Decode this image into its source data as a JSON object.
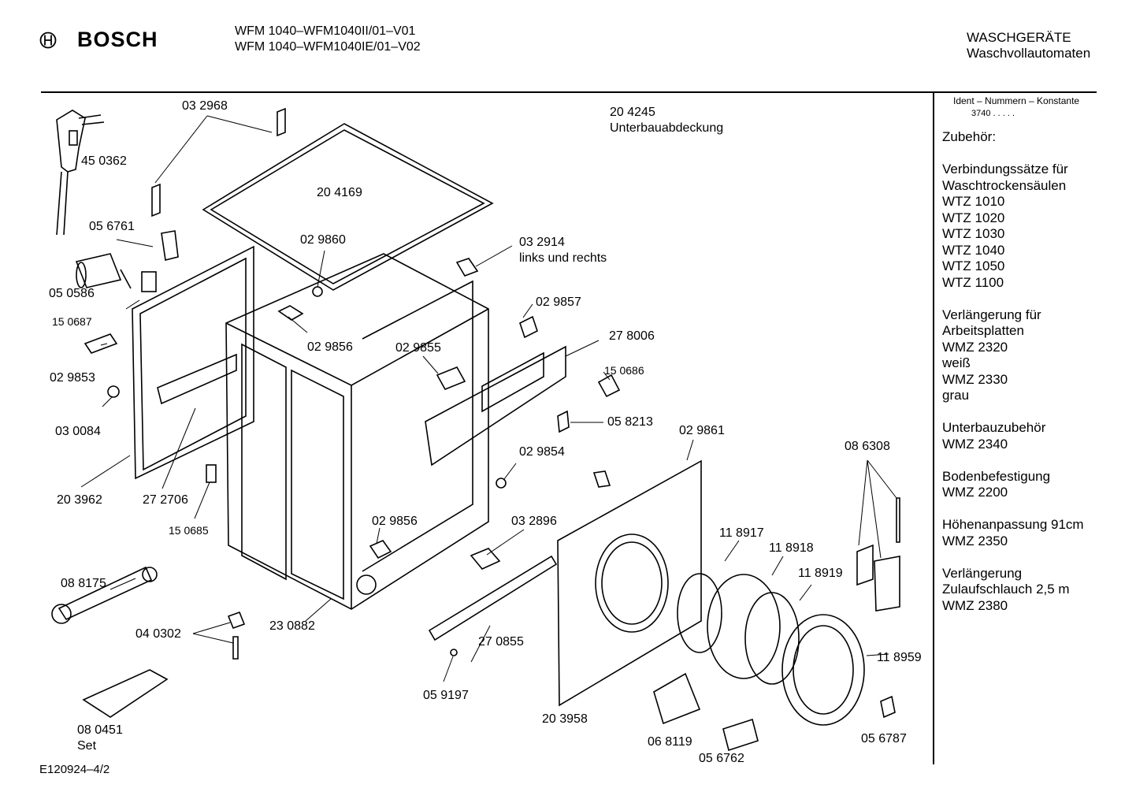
{
  "brand": "BOSCH",
  "models": [
    "WFM 1040–WFM1040II/01–V01",
    "WFM 1040–WFM1040IE/01–V02"
  ],
  "category": {
    "line1": "WASCHGERÄTE",
    "line2": "Waschvollautomaten"
  },
  "ident": {
    "label": "Ident – Nummern – Konstante",
    "value": "3740 .  .  .  .  ."
  },
  "accessories": {
    "heading": "Zubehör:",
    "groups": [
      [
        "Verbindungssätze für",
        "Waschtrockensäulen",
        "WTZ 1010",
        "WTZ 1020",
        "WTZ 1030",
        "WTZ 1040",
        "WTZ 1050",
        "WTZ 1100"
      ],
      [
        "Verlängerung für",
        "Arbeitsplatten",
        "WMZ 2320",
        "weiß",
        "WMZ 2330",
        "grau"
      ],
      [
        "Unterbauzubehör",
        "WMZ 2340"
      ],
      [
        "Bodenbefestigung",
        "WMZ 2200"
      ],
      [
        "Höhenanpassung  91cm",
        "WMZ 2350"
      ],
      [
        "Verlängerung",
        "Zulaufschlauch 2,5 m",
        "WMZ 2380"
      ]
    ]
  },
  "parts": {
    "p032968": "03 2968",
    "p450362": "45 0362",
    "p204245": "20 4245",
    "p204245_desc": "Unterbauabdeckung",
    "p204169": "20 4169",
    "p056761": "05 6761",
    "p029860": "02 9860",
    "p032914": "03 2914",
    "p032914_desc": "links und rechts",
    "p050586": "05 0586",
    "p150687": "15 0687",
    "p029857": "02 9857",
    "p029856a": "02 9856",
    "p029855": "02 9855",
    "p278006": "27 8006",
    "p029853": "02 9853",
    "p150686": "15 0686",
    "p030084": "03 0084",
    "p058213": "05 8213",
    "p029861": "02 9861",
    "p029854": "02 9854",
    "p086308": "08 6308",
    "p203962": "20 3962",
    "p272706": "27 2706",
    "p150685": "15 0685",
    "p029856b": "02 9856",
    "p032896": "03 2896",
    "p118917": "11 8917",
    "p118918": "11 8918",
    "p088175": "08 8175",
    "p118919": "11 8919",
    "p040302": "04 0302",
    "p230882": "23 0882",
    "p270855": "27 0855",
    "p118959": "11 8959",
    "p059197": "05 9197",
    "p203958": "20 3958",
    "p080451": "08  0451",
    "p080451_set": "Set",
    "p068119": "06 8119",
    "p056787": "05 6787",
    "p056762": "05 6762"
  },
  "footer": "E120924–4/2"
}
